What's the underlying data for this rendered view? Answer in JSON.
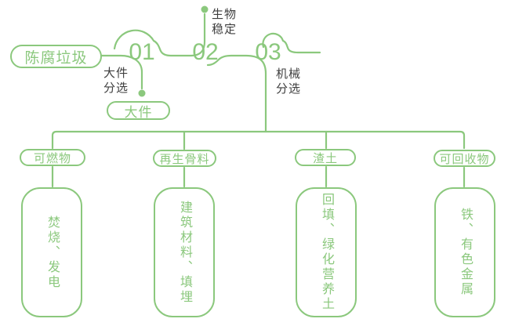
{
  "colors": {
    "green": "#8bc87d",
    "dark_text": "#3e3e3e",
    "background": "#ffffff"
  },
  "source": {
    "label": "陈腐垃圾"
  },
  "steps": [
    {
      "number": "01",
      "label": "大件\n分选"
    },
    {
      "number": "02",
      "label": "生物\n稳定"
    },
    {
      "number": "03",
      "label": "机械\n分选"
    }
  ],
  "large_item": {
    "label": "大件"
  },
  "branches": [
    {
      "category": "可燃物",
      "output": "焚烧、发电"
    },
    {
      "category": "再生骨料",
      "output": "建筑材料、填埋"
    },
    {
      "category": "渣土",
      "output": "回填、绿化营养土"
    },
    {
      "category": "可回收物",
      "output": "铁、有色金属"
    }
  ]
}
